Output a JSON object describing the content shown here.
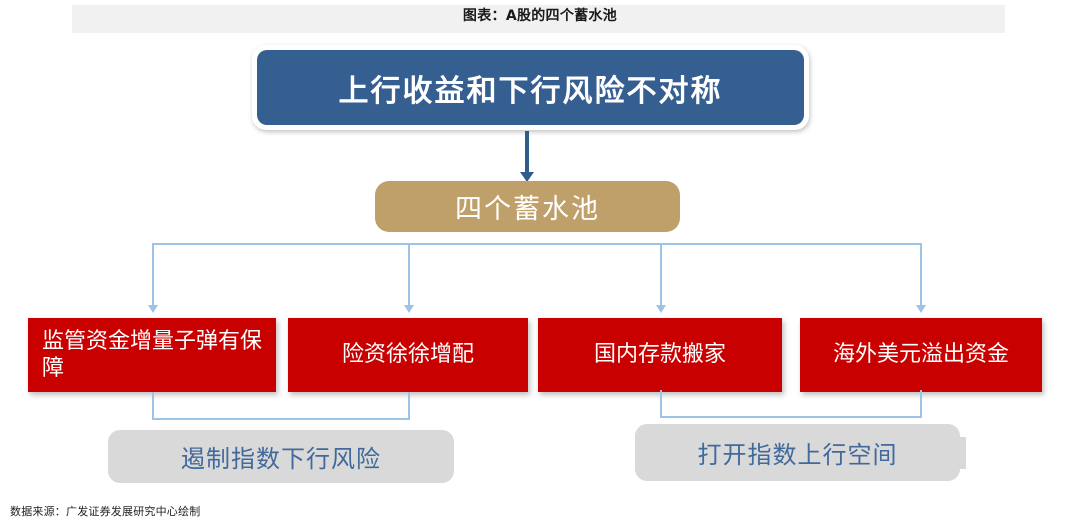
{
  "chart_data": {
    "type": "diagram",
    "title": "图表：A股的四个蓄水池",
    "root": "上行收益和下行风险不对称",
    "hub": "四个蓄水池",
    "branches": [
      "监管资金增量子弹有保障",
      "险资徐徐增配",
      "国内存款搬家",
      "海外美元溢出资金"
    ],
    "outcomes": [
      {
        "label": "遏制指数下行风险",
        "from": [
          "监管资金增量子弹有保障",
          "险资徐徐增配"
        ]
      },
      {
        "label": "打开指数上行空间",
        "from": [
          "国内存款搬家",
          "海外美元溢出资金"
        ]
      }
    ],
    "source": "数据来源：广发证券发展研究中心绘制"
  },
  "header": {
    "title": "图表：A股的四个蓄水池"
  },
  "nodes": {
    "root_label": "上行收益和下行风险不对称",
    "hub_label": "四个蓄水池",
    "branch_1": "监管资金增量子弹有保障",
    "branch_2": "险资徐徐增配",
    "branch_3": "国内存款搬家",
    "branch_4": "海外美元溢出资金",
    "outcome_left": "遏制指数下行风险",
    "outcome_right": "打开指数上行空间"
  },
  "footer": {
    "source": "数据来源：广发证券发展研究中心绘制"
  },
  "colors": {
    "root_fill": "#365f91",
    "hub_fill": "#c0a06a",
    "branch_fill": "#c80000",
    "outcome_fill": "#d9d9d9",
    "outcome_text": "#41699b",
    "connector": "#9dc3e6",
    "arrow_dark": "#2f5b8f",
    "title_band": "#f1f1f1"
  }
}
